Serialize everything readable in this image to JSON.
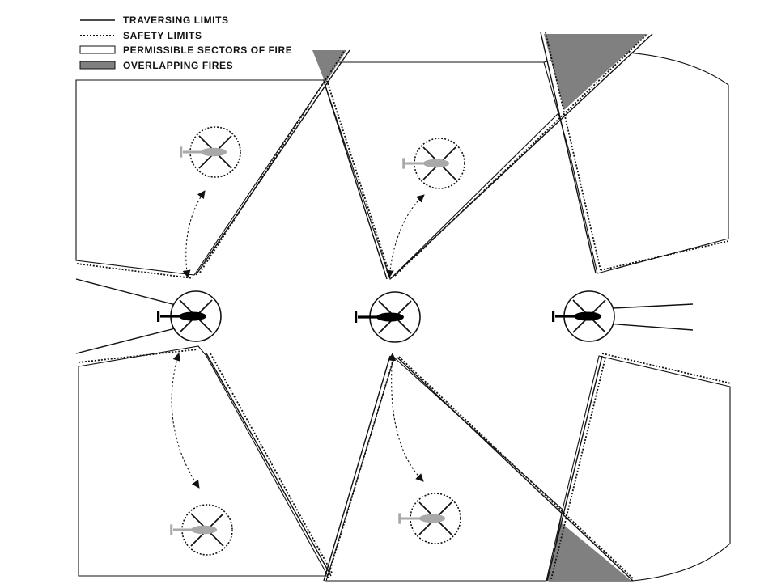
{
  "legend": {
    "items": [
      {
        "id": "traversing",
        "label": "TRAVERSING LIMITS"
      },
      {
        "id": "safety",
        "label": "SAFETY LIMITS"
      },
      {
        "id": "sectors",
        "label": "PERMISSIBLE SECTORS OF FIRE"
      },
      {
        "id": "overlap",
        "label": "OVERLAPPING FIRES"
      }
    ]
  },
  "colors": {
    "line": "#111111",
    "overlap_fill": "#808080",
    "sector_fill": "#ffffff",
    "target_aircraft": "#a9a9a9",
    "own_aircraft": "#000000"
  }
}
